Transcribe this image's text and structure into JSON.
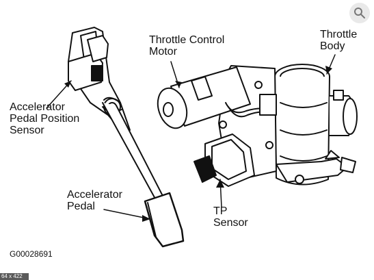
{
  "labels": {
    "throttle_control_motor": "Throttle Control\nMotor",
    "throttle_body": "Throttle\nBody",
    "accelerator_pedal_position_sensor": "Accelerator\nPedal Position\nSensor",
    "accelerator_pedal": "Accelerator\nPedal",
    "tp_sensor": "TP\nSensor",
    "figure_code": "G00028691"
  },
  "image_size_badge": "64 x 422",
  "icons": {
    "lens": "image-search-icon"
  }
}
